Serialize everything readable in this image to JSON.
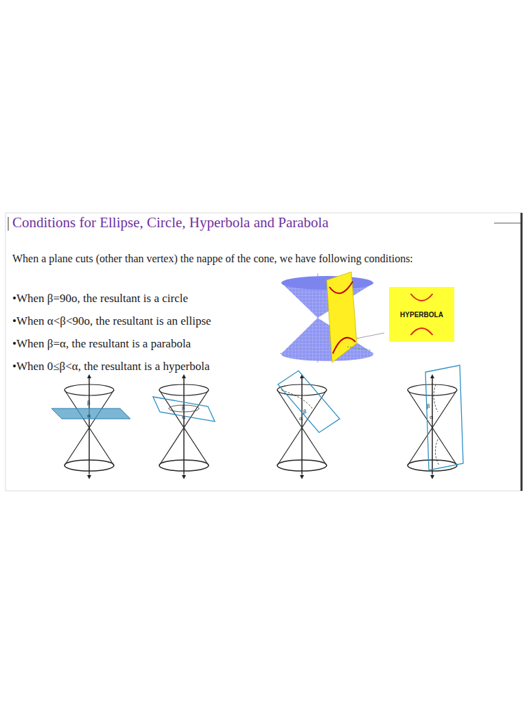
{
  "diagram": {
    "title": "Conditions for Ellipse, Circle, Hyperbola and Parabola",
    "nodes": [
      {
        "text": [
          "HYPERBOLA"
        ]
      }
    ],
    "labels": [
      "When a plane cuts (other than vertex) the nappe of the cone, we have following conditions:",
      "•When β=90o, the resultant is a circle",
      "•When α<β<90o, the resultant is an ellipse",
      "•When β=α, the resultant is a parabola",
      "•When 0≤β<α, the resultant is a hyperbola",
      "β",
      "α",
      "β",
      "α",
      "β",
      "α",
      "β",
      "α"
    ]
  }
}
